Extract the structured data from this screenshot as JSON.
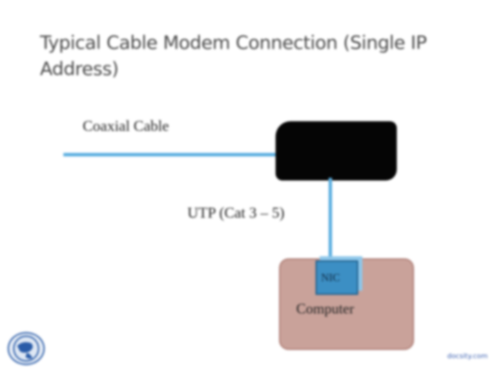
{
  "slide": {
    "title": "Typical Cable Modem Connection (Single IP Address)"
  },
  "diagram": {
    "coax_label": "Coaxial Cable",
    "utp_label": "UTP (Cat 3 – 5)",
    "nic_label": "NIC",
    "computer_label": "Computer"
  },
  "footer": {
    "logo_icon": "globe-logo-icon",
    "site_text": "docsity.com"
  },
  "colors": {
    "cable": "#5aaee0",
    "modem": "#050505",
    "computer": "#c9a29a",
    "nic": "#3c8fc4"
  }
}
